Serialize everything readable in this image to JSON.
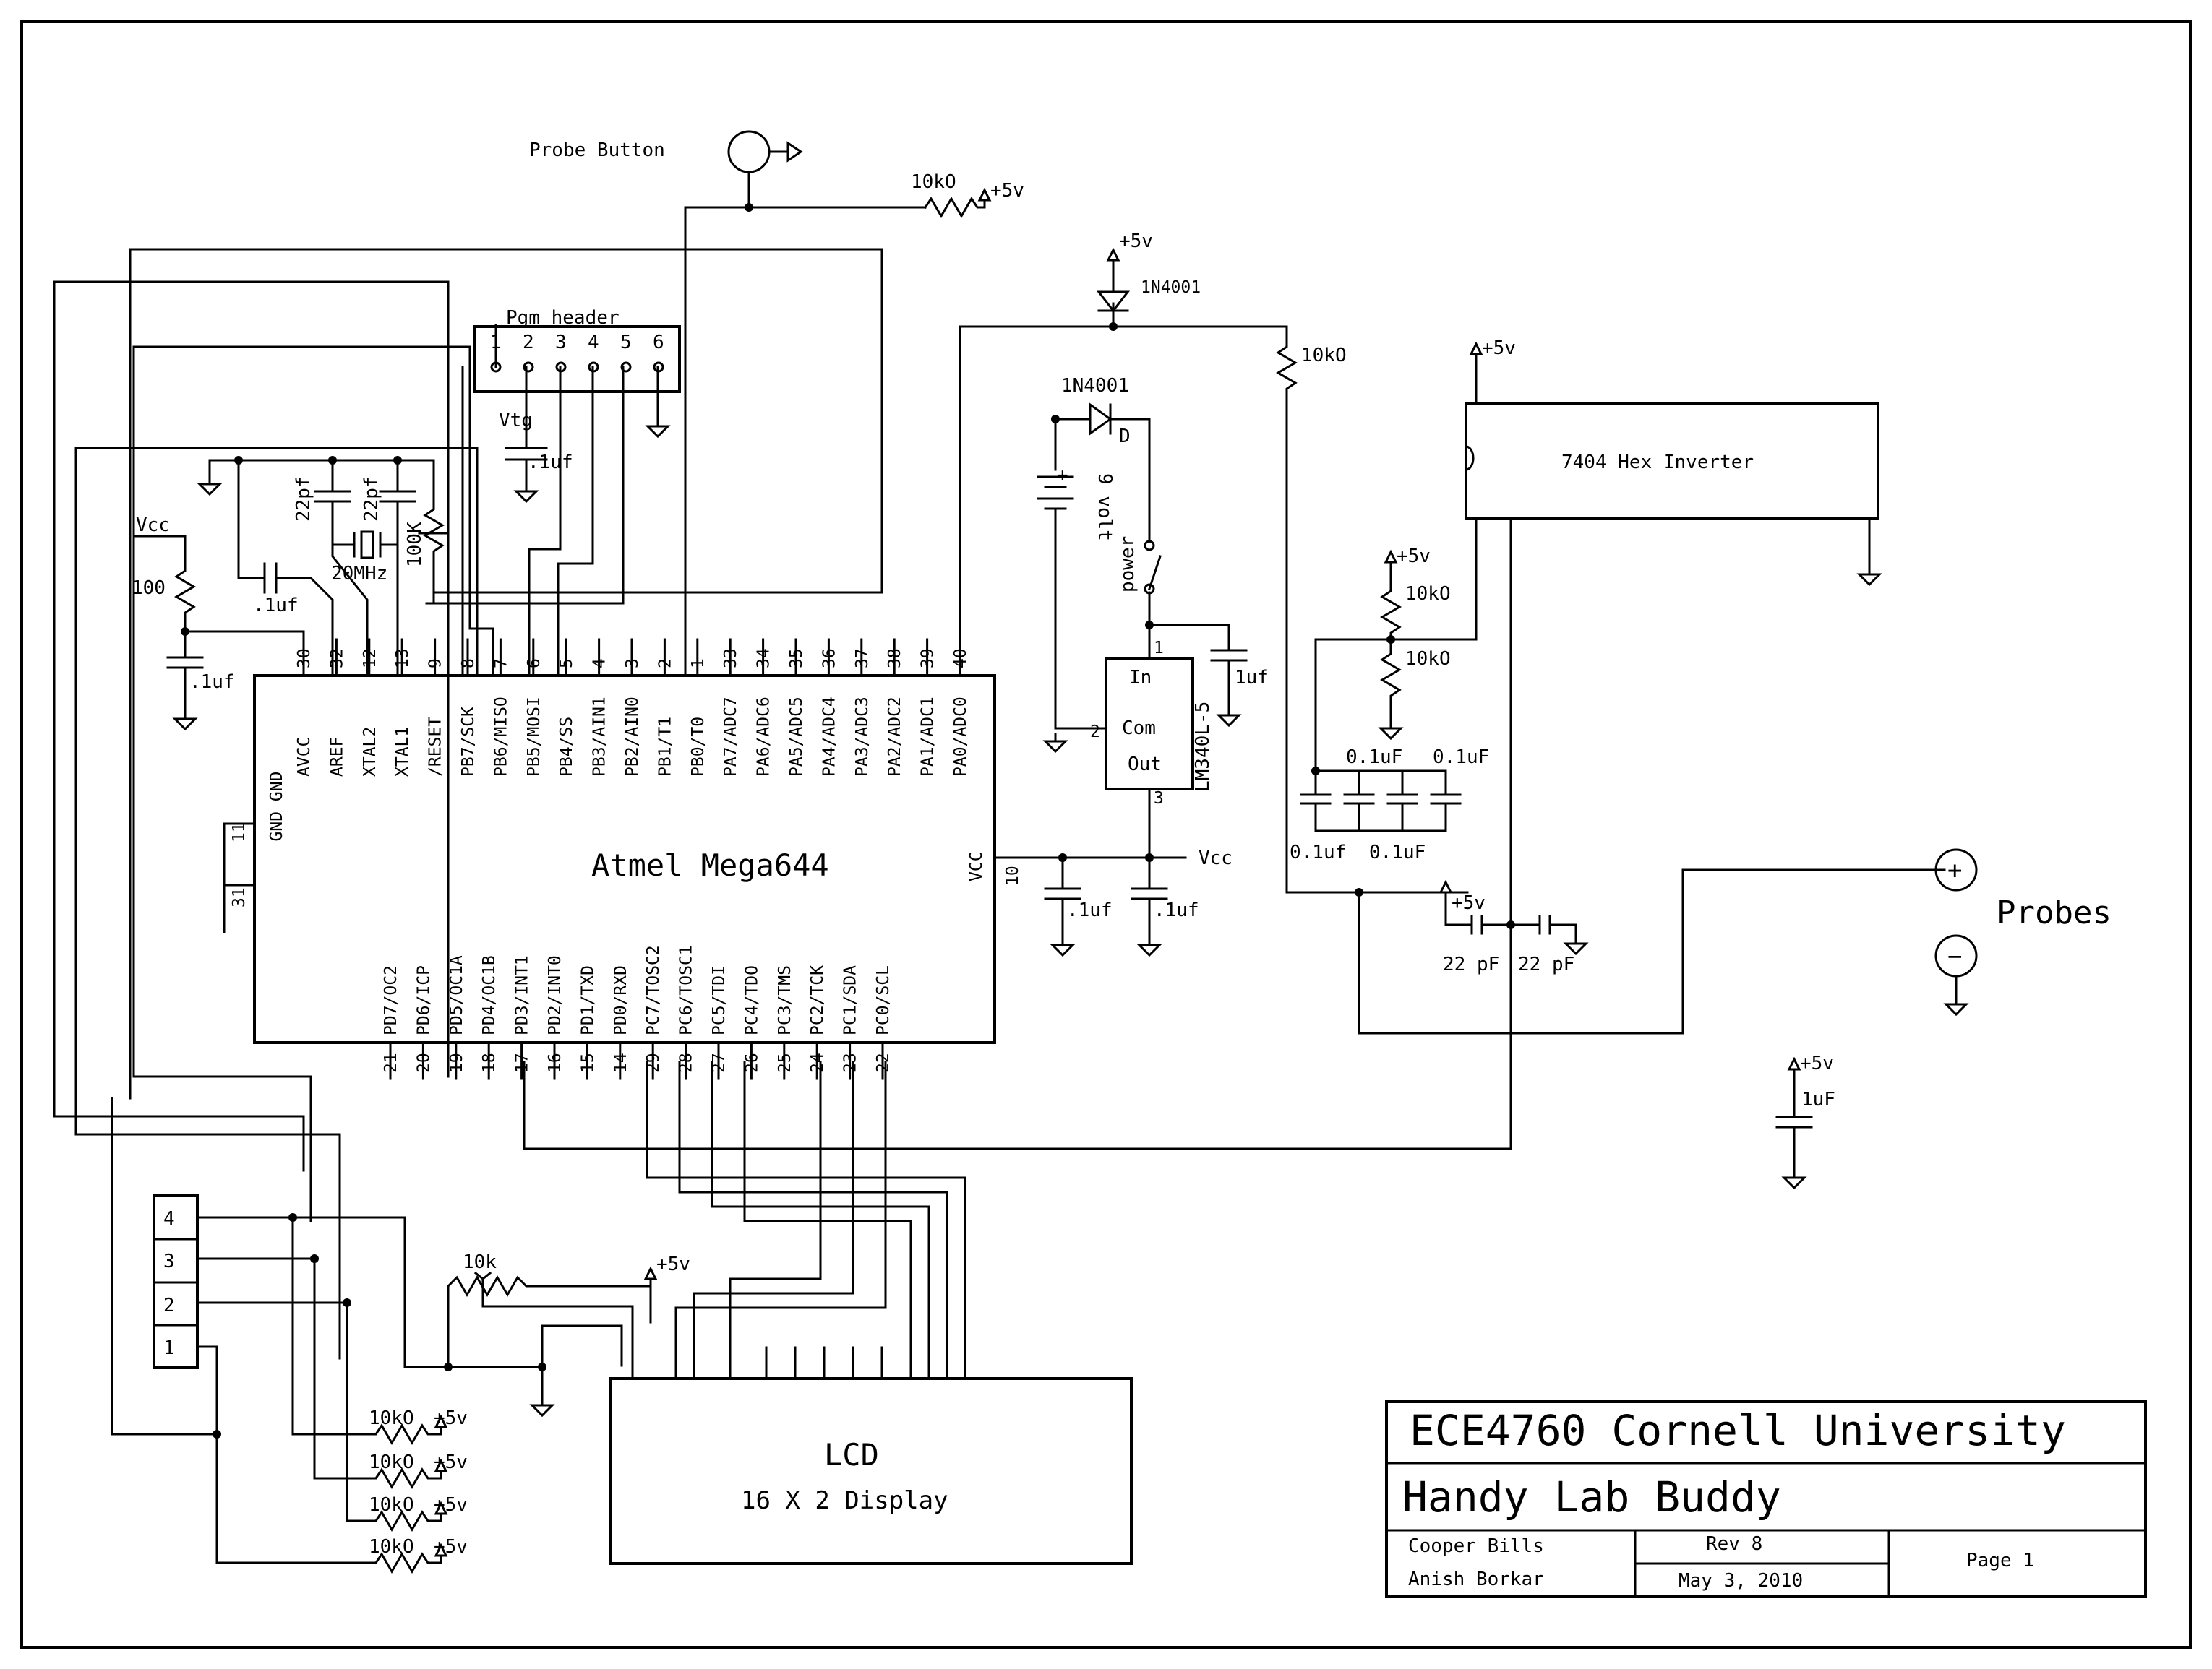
{
  "title_block": {
    "org": "ECE4760 Cornell University",
    "project": "Handy Lab Buddy",
    "author1": "Cooper Bills",
    "author2": "Anish Borkar",
    "rev": "Rev 8",
    "date": "May 3, 2010",
    "page": "Page 1"
  },
  "mcu": {
    "name": "Atmel Mega644",
    "top_pins": [
      {
        "num": "30",
        "name": "AVCC"
      },
      {
        "num": "32",
        "name": "AREF"
      },
      {
        "num": "12",
        "name": "XTAL2"
      },
      {
        "num": "13",
        "name": "XTAL1"
      },
      {
        "num": "9",
        "name": "/RESET"
      },
      {
        "num": "8",
        "name": "PB7/SCK"
      },
      {
        "num": "7",
        "name": "PB6/MISO"
      },
      {
        "num": "6",
        "name": "PB5/MOSI"
      },
      {
        "num": "5",
        "name": "PB4/SS"
      },
      {
        "num": "4",
        "name": "PB3/AIN1"
      },
      {
        "num": "3",
        "name": "PB2/AIN0"
      },
      {
        "num": "2",
        "name": "PB1/T1"
      },
      {
        "num": "1",
        "name": "PB0/T0"
      },
      {
        "num": "33",
        "name": "PA7/ADC7"
      },
      {
        "num": "34",
        "name": "PA6/ADC6"
      },
      {
        "num": "35",
        "name": "PA5/ADC5"
      },
      {
        "num": "36",
        "name": "PA4/ADC4"
      },
      {
        "num": "37",
        "name": "PA3/ADC3"
      },
      {
        "num": "38",
        "name": "PA2/ADC2"
      },
      {
        "num": "39",
        "name": "PA1/ADC1"
      },
      {
        "num": "40",
        "name": "PA0/ADC0"
      }
    ],
    "bottom_pins": [
      {
        "num": "21",
        "name": "PD7/OC2"
      },
      {
        "num": "20",
        "name": "PD6/ICP"
      },
      {
        "num": "19",
        "name": "PD5/OC1A"
      },
      {
        "num": "18",
        "name": "PD4/OC1B"
      },
      {
        "num": "17",
        "name": "PD3/INT1"
      },
      {
        "num": "16",
        "name": "PD2/INT0"
      },
      {
        "num": "15",
        "name": "PD1/TXD"
      },
      {
        "num": "14",
        "name": "PD0/RXD"
      },
      {
        "num": "29",
        "name": "PC7/TOSC2"
      },
      {
        "num": "28",
        "name": "PC6/TOSC1"
      },
      {
        "num": "27",
        "name": "PC5/TDI"
      },
      {
        "num": "26",
        "name": "PC4/TDO"
      },
      {
        "num": "25",
        "name": "PC3/TMS"
      },
      {
        "num": "24",
        "name": "PC2/TCK"
      },
      {
        "num": "23",
        "name": "PC1/SDA"
      },
      {
        "num": "22",
        "name": "PC0/SCL"
      }
    ],
    "gnd_label": "GND GND",
    "gnd_pins": [
      "11",
      "31"
    ],
    "vcc_pin": {
      "num": "10",
      "name": "VCC"
    }
  },
  "pgm_header": {
    "title": "Pgm header",
    "pins": [
      "1",
      "2",
      "3",
      "4",
      "5",
      "6"
    ],
    "vtg": "Vtg",
    "cap": ".1uf"
  },
  "probe": {
    "button": "Probe Button",
    "resistor": "10kO",
    "supply": "+5v",
    "label": "Probes",
    "plus": "+",
    "minus": "−"
  },
  "power": {
    "diode1": "1N4001",
    "diode2": "1N4001",
    "diode_letter": "D",
    "battery_label": "9 volt",
    "battery_plus": "+",
    "switch_label": "power",
    "reg_name": "LM340L-5",
    "reg_in": "In",
    "reg_com": "Com",
    "reg_out": "Out",
    "reg_pin1": "1",
    "reg_pin2": "2",
    "reg_pin3": "3",
    "reg_cap": "1uf",
    "out_caps": [
      ".1uf",
      ".1uf"
    ],
    "vcc": "Vcc",
    "supply": "+5v",
    "r10k": "10kO"
  },
  "inverter": {
    "name": "7404 Hex Inverter",
    "supply": "+5v",
    "r_top": "10kO",
    "r_bot": "10kO",
    "r_supply": "+5v",
    "caps_top": [
      "0.1uF",
      "0.1uF"
    ],
    "caps_bot": [
      "0.1uf",
      "0.1uF"
    ],
    "osc_caps": [
      "22 pF",
      "22 pF"
    ],
    "osc_supply": "+5v"
  },
  "bypass": {
    "supply": "+5v",
    "cap": "1uF"
  },
  "crystal": {
    "vcc": "Vcc",
    "r100": "100",
    "c_avcc": ".1uf",
    "c_aref": ".1uf",
    "c22a": "22pf",
    "c22b": "22pf",
    "xtal": "20MHz",
    "r100k": "100K"
  },
  "buttons": {
    "labels": [
      "4",
      "3",
      "2",
      "1"
    ],
    "pullups": [
      "10kO",
      "10kO",
      "10kO",
      "10kO"
    ],
    "supply": "+5v"
  },
  "lcd": {
    "title": "LCD",
    "subtitle": "16 X 2 Display",
    "pot": "10k",
    "supply": "+5v"
  }
}
